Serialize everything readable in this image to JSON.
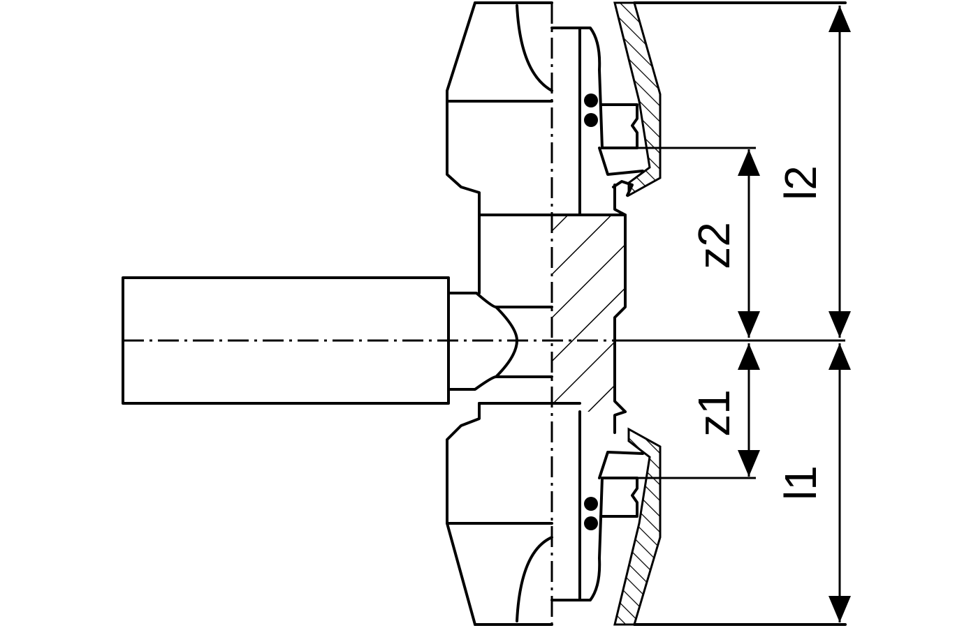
{
  "figure": {
    "colors": {
      "ink": "#000000",
      "paper": "#ffffff"
    },
    "dimensions": {
      "l2": "l2",
      "z2": "z2",
      "z1": "z1",
      "l1": "l1"
    }
  }
}
